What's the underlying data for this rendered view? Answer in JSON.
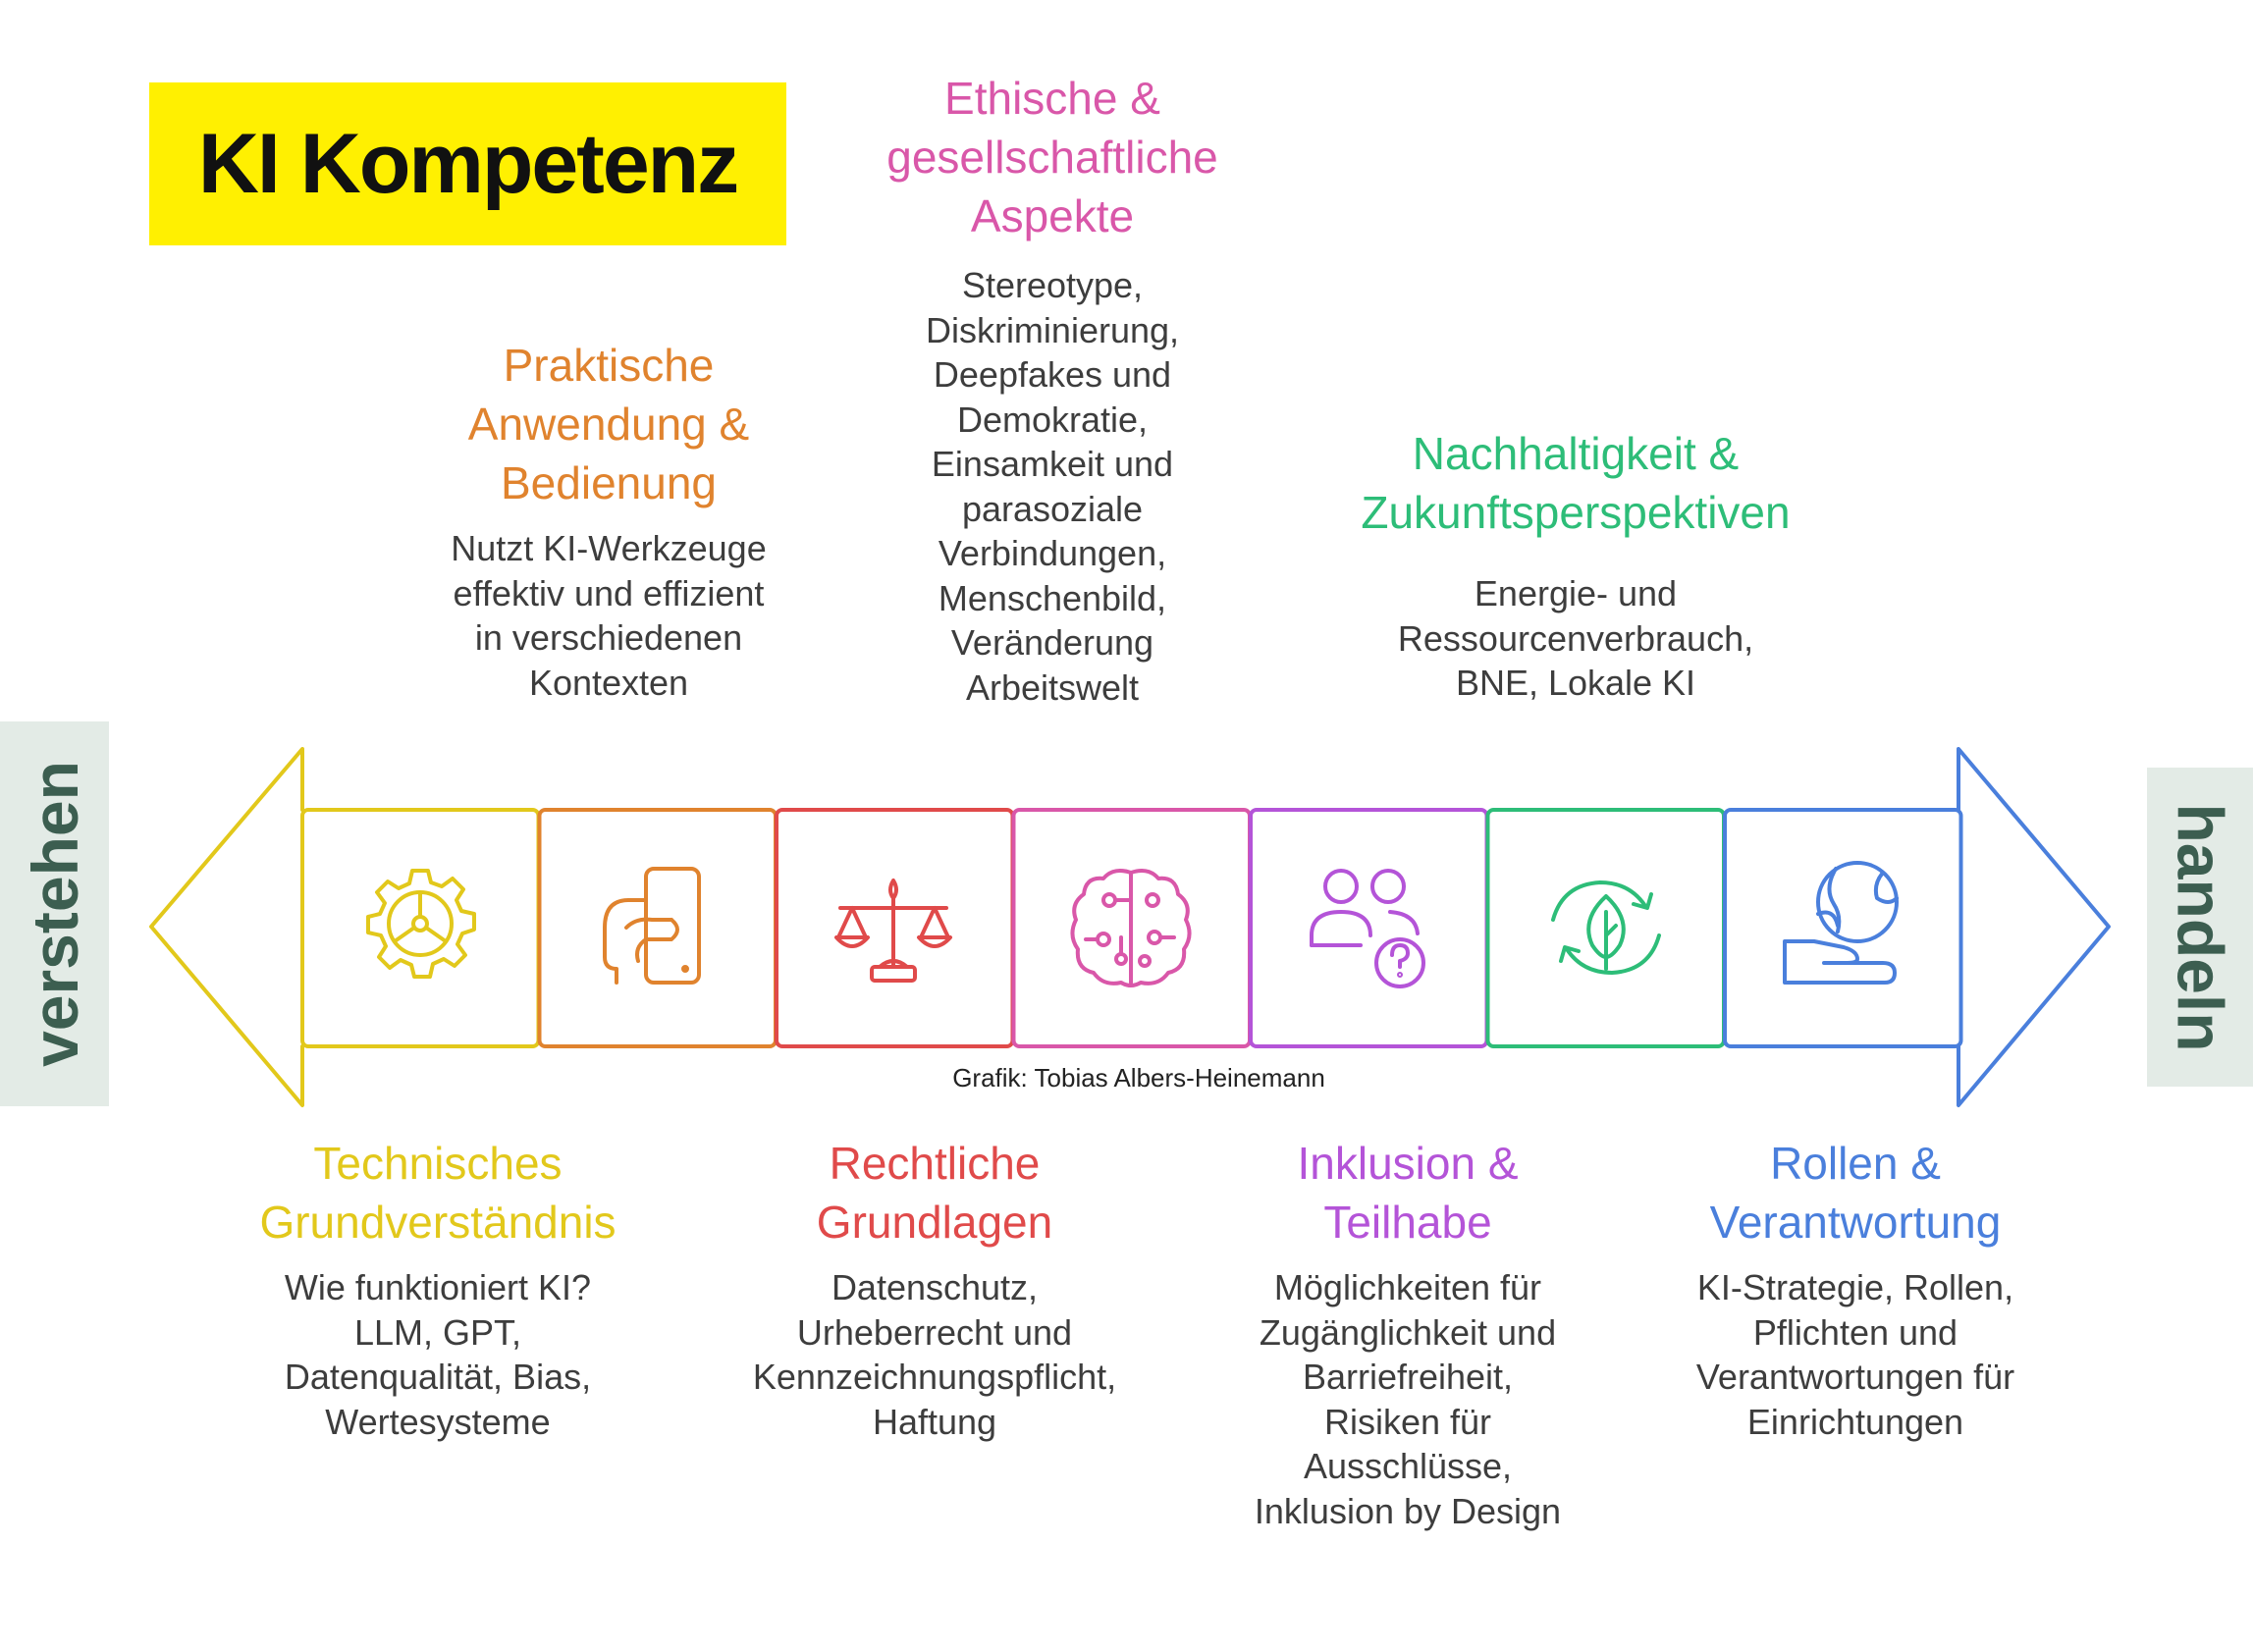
{
  "title": "KI Kompetenz",
  "left_label": "verstehen",
  "right_label": "handeln",
  "credit": "Grafik: Tobias Albers-Heinemann",
  "colors": {
    "title_bg": "#fff001",
    "side_bg": "#e3ebe6",
    "side_text": "#3c5e50"
  },
  "segments": [
    {
      "icon": "gear-icon",
      "color": "#e2c81b"
    },
    {
      "icon": "head-tablet-icon",
      "color": "#e0832e"
    },
    {
      "icon": "scales-icon",
      "color": "#e04a4a"
    },
    {
      "icon": "brain-icon",
      "color": "#d957a9"
    },
    {
      "icon": "people-question-icon",
      "color": "#b454d8"
    },
    {
      "icon": "recycle-leaf-icon",
      "color": "#2dbd78"
    },
    {
      "icon": "globe-hand-icon",
      "color": "#4a7fdc"
    }
  ],
  "blocks": {
    "technisch": {
      "heading": [
        "Technisches",
        "Grundverständnis"
      ],
      "desc": [
        "Wie funktioniert KI?",
        "LLM, GPT,",
        "Datenqualität, Bias,",
        "Wertesysteme"
      ],
      "color": "#e2c81b"
    },
    "praktisch": {
      "heading": [
        "Praktische",
        "Anwendung &",
        "Bedienung"
      ],
      "desc": [
        "Nutzt KI-Werkzeuge",
        "effektiv und effizient",
        "in verschiedenen",
        "Kontexten"
      ],
      "color": "#e0832e"
    },
    "rechtlich": {
      "heading": [
        "Rechtliche",
        "Grundlagen"
      ],
      "desc": [
        "Datenschutz,",
        "Urheberrecht und",
        "Kennzeichnungspflicht,",
        "Haftung"
      ],
      "color": "#e04a4a"
    },
    "ethisch": {
      "heading": [
        "Ethische &",
        "gesellschaftliche",
        "Aspekte"
      ],
      "desc": [
        "Stereotype,",
        "Diskriminierung,",
        "Deepfakes und",
        "Demokratie,",
        "Einsamkeit und",
        "parasoziale",
        "Verbindungen,",
        "Menschenbild,",
        "Veränderung",
        "Arbeitswelt"
      ],
      "color": "#d957a9"
    },
    "inklusion": {
      "heading": [
        "Inklusion &",
        "Teilhabe"
      ],
      "desc": [
        "Möglichkeiten für",
        "Zugänglichkeit und",
        "Barriefreiheit,",
        "Risiken für",
        "Ausschlüsse,",
        "Inklusion by Design"
      ],
      "color": "#b454d8"
    },
    "nachhaltigkeit": {
      "heading": [
        "Nachhaltigkeit &",
        "Zukunftsperspektiven"
      ],
      "desc": [
        "Energie- und",
        "Ressourcenverbrauch,",
        "BNE, Lokale KI"
      ],
      "color": "#2dbd78"
    },
    "rollen": {
      "heading": [
        "Rollen &",
        "Verantwortung"
      ],
      "desc": [
        "KI-Strategie, Rollen,",
        "Pflichten und",
        "Verantwortungen für",
        "Einrichtungen"
      ],
      "color": "#4a7fdc"
    }
  }
}
